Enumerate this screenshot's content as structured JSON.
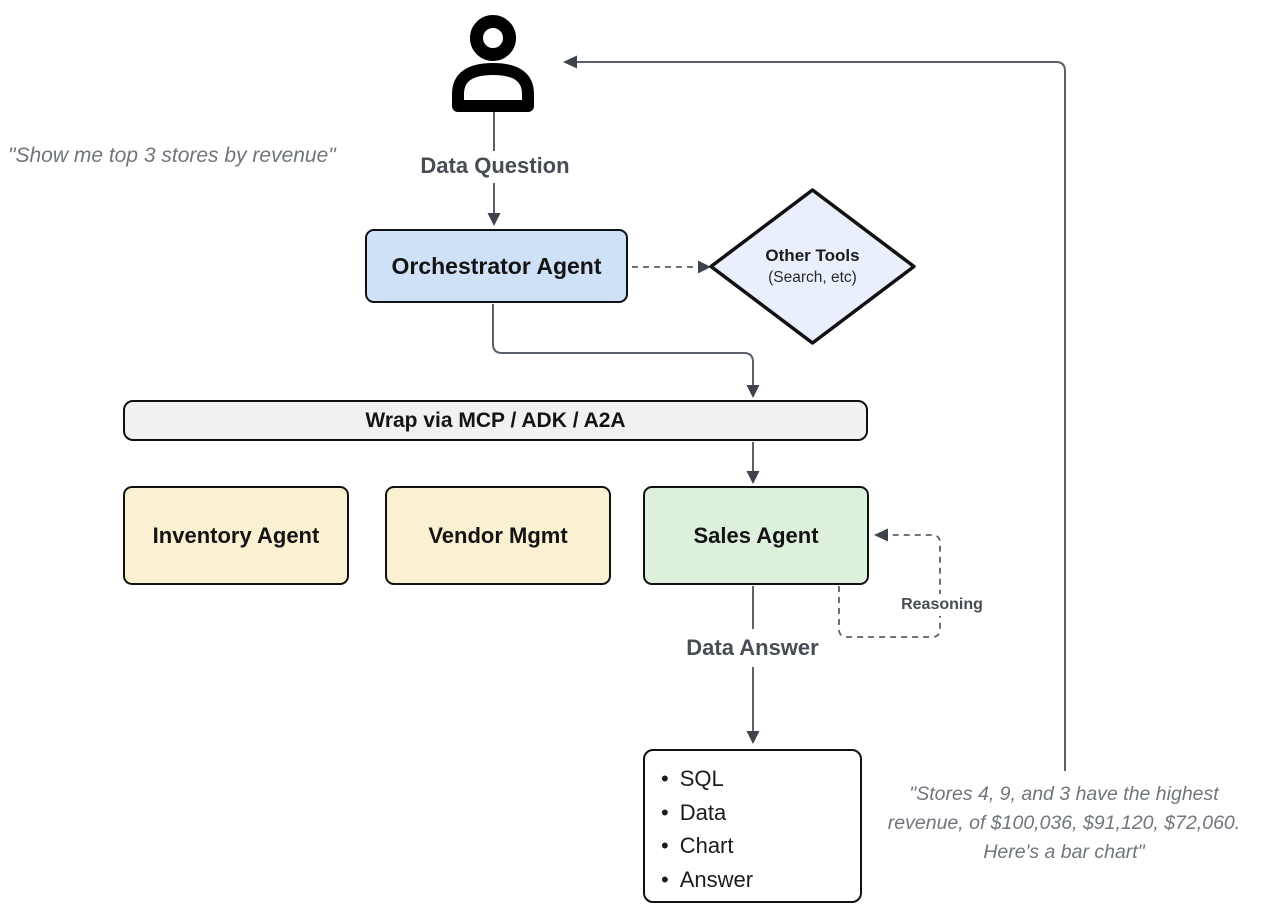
{
  "quotes": {
    "user_question": "\"Show me top 3 stores by revenue\"",
    "final_answer_lines": [
      "\"Stores 4, 9, and 3 have the highest",
      "revenue, of $100,036, $91,120, $72,060.",
      "Here's a bar chart\""
    ]
  },
  "labels": {
    "data_question": "Data Question",
    "data_answer": "Data Answer",
    "reasoning": "Reasoning"
  },
  "nodes": {
    "orchestrator": {
      "label": "Orchestrator Agent",
      "fill": "#cfe1f7"
    },
    "other_tools": {
      "title": "Other Tools",
      "subtitle": "(Search, etc)",
      "fill": "#e9f0fb"
    },
    "wrap_bar": {
      "label": "Wrap via MCP / ADK / A2A",
      "fill": "#f1f1f2"
    },
    "inventory": {
      "label": "Inventory Agent",
      "fill": "#faf0d2"
    },
    "vendor": {
      "label": "Vendor Mgmt",
      "fill": "#faf0d2"
    },
    "sales": {
      "label": "Sales Agent",
      "fill": "#ddf0dc"
    },
    "output": {
      "items": [
        "SQL",
        "Data",
        "Chart",
        "Answer"
      ]
    }
  },
  "icons": {
    "user": "person-icon"
  },
  "colors": {
    "connector": "#5a616b",
    "arrowhead": "#3e434c",
    "node_border": "#111111",
    "label_text": "#474c55",
    "quote_text": "#70757d"
  }
}
